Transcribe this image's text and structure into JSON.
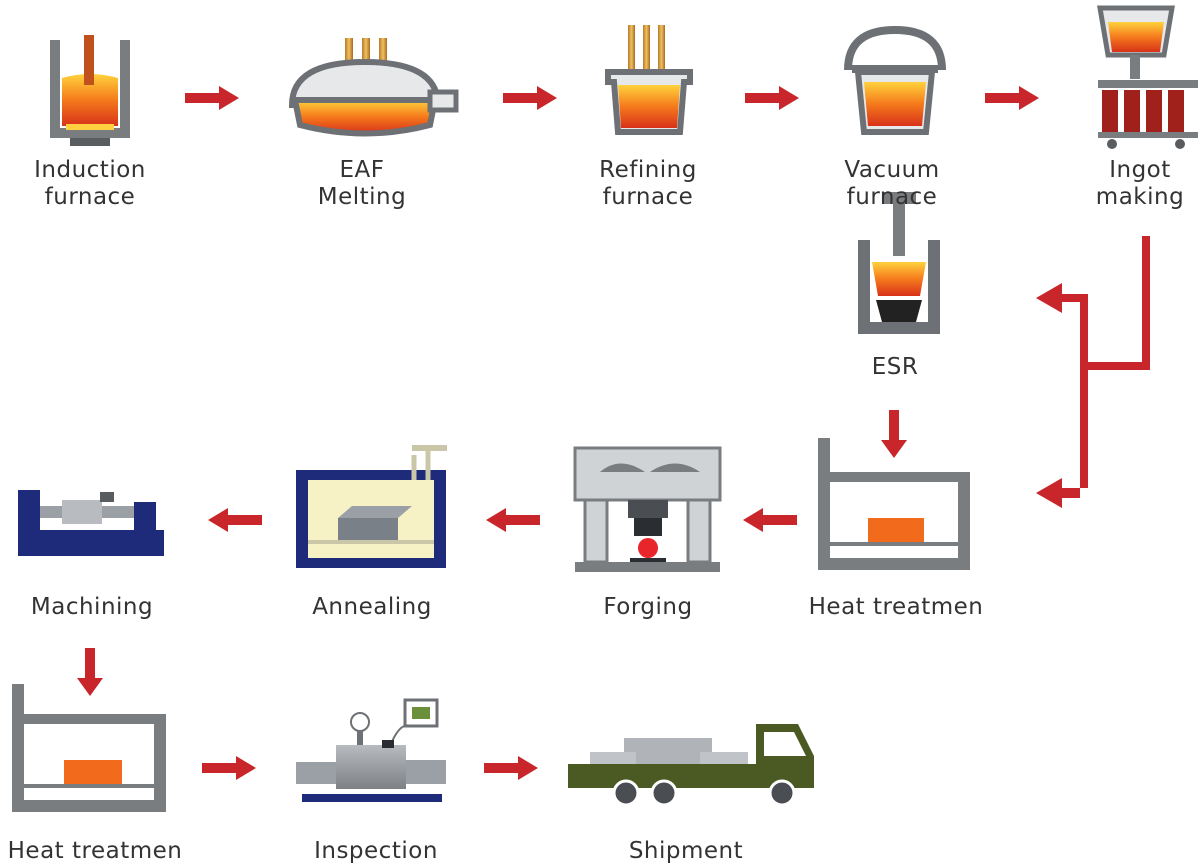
{
  "stages": {
    "induction": {
      "line1": "Induction",
      "line2": "furnace"
    },
    "eaf": {
      "line1": "EAF",
      "line2": "Melting"
    },
    "refining": {
      "line1": "Refining",
      "line2": "furnace"
    },
    "vacuum": {
      "line1": "Vacuum",
      "line2": "furnace"
    },
    "ingot": {
      "line1": "Ingot",
      "line2": "making"
    },
    "esr": {
      "label": "ESR"
    },
    "heat1": {
      "label": "Heat treatmen"
    },
    "forging": {
      "label": "Forging"
    },
    "annealing": {
      "label": "Annealing"
    },
    "machining": {
      "label": "Machining"
    },
    "heat2": {
      "label": "Heat treatmen"
    },
    "inspection": {
      "label": "Inspection"
    },
    "shipment": {
      "label": "Shipment"
    }
  },
  "colors": {
    "arrow": "#c8262a",
    "molten": "#f26a1b",
    "frame": "#7a7d80",
    "machine": "#1e2a7a",
    "truck": "#4a5a22"
  }
}
